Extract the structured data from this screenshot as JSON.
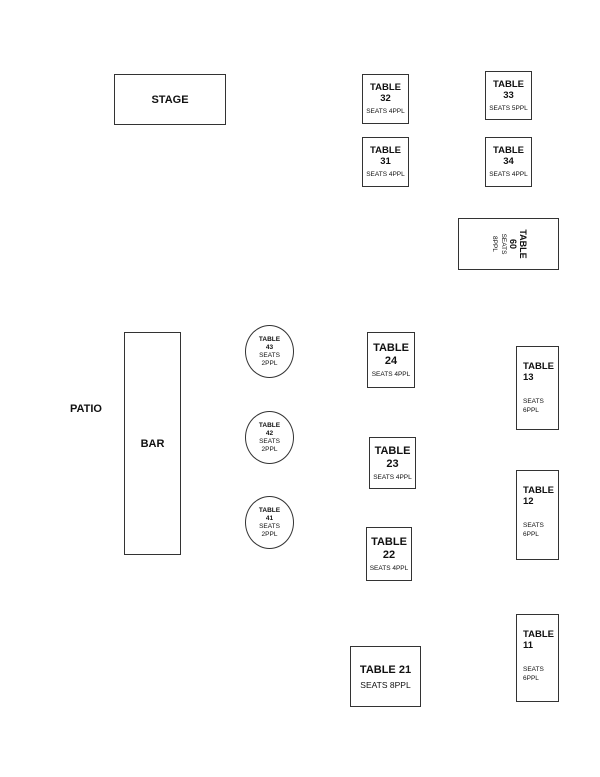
{
  "areas": {
    "stage": "STAGE",
    "bar": "BAR",
    "patio": "PATIO"
  },
  "tables": {
    "t32": {
      "label": "TABLE",
      "number": "32",
      "seats": "SEATS 4PPL"
    },
    "t33": {
      "label": "TABLE",
      "number": "33",
      "seats": "SEATS 5PPL"
    },
    "t31": {
      "label": "TABLE",
      "number": "31",
      "seats": "SEATS 4PPL"
    },
    "t34": {
      "label": "TABLE",
      "number": "34",
      "seats": "SEATS 4PPL"
    },
    "t60": {
      "label": "TABLE",
      "number": "60",
      "seats_line1": "SEATS",
      "seats_line2": "8PPL"
    },
    "t43": {
      "label": "TABLE",
      "number": "43",
      "seats_line1": "SEATS",
      "seats_line2": "2PPL"
    },
    "t42": {
      "label": "TABLE",
      "number": "42",
      "seats_line1": "SEATS",
      "seats_line2": "2PPL"
    },
    "t41": {
      "label": "TABLE",
      "number": "41",
      "seats_line1": "SEATS",
      "seats_line2": "2PPL"
    },
    "t24": {
      "label": "TABLE",
      "number": "24",
      "seats": "SEATS 4PPL"
    },
    "t23": {
      "label": "TABLE",
      "number": "23",
      "seats": "SEATS 4PPL"
    },
    "t22": {
      "label": "TABLE",
      "number": "22",
      "seats": "SEATS 4PPL"
    },
    "t21": {
      "label": "TABLE 21",
      "seats": "SEATS 8PPL"
    },
    "t13": {
      "label": "TABLE",
      "number": "13",
      "seats_line1": "SEATS",
      "seats_line2": "6PPL"
    },
    "t12": {
      "label": "TABLE",
      "number": "12",
      "seats_line1": "SEATS",
      "seats_line2": "6PPL"
    },
    "t11": {
      "label": "TABLE",
      "number": "11",
      "seats_line1": "SEATS",
      "seats_line2": "6PPL"
    }
  }
}
